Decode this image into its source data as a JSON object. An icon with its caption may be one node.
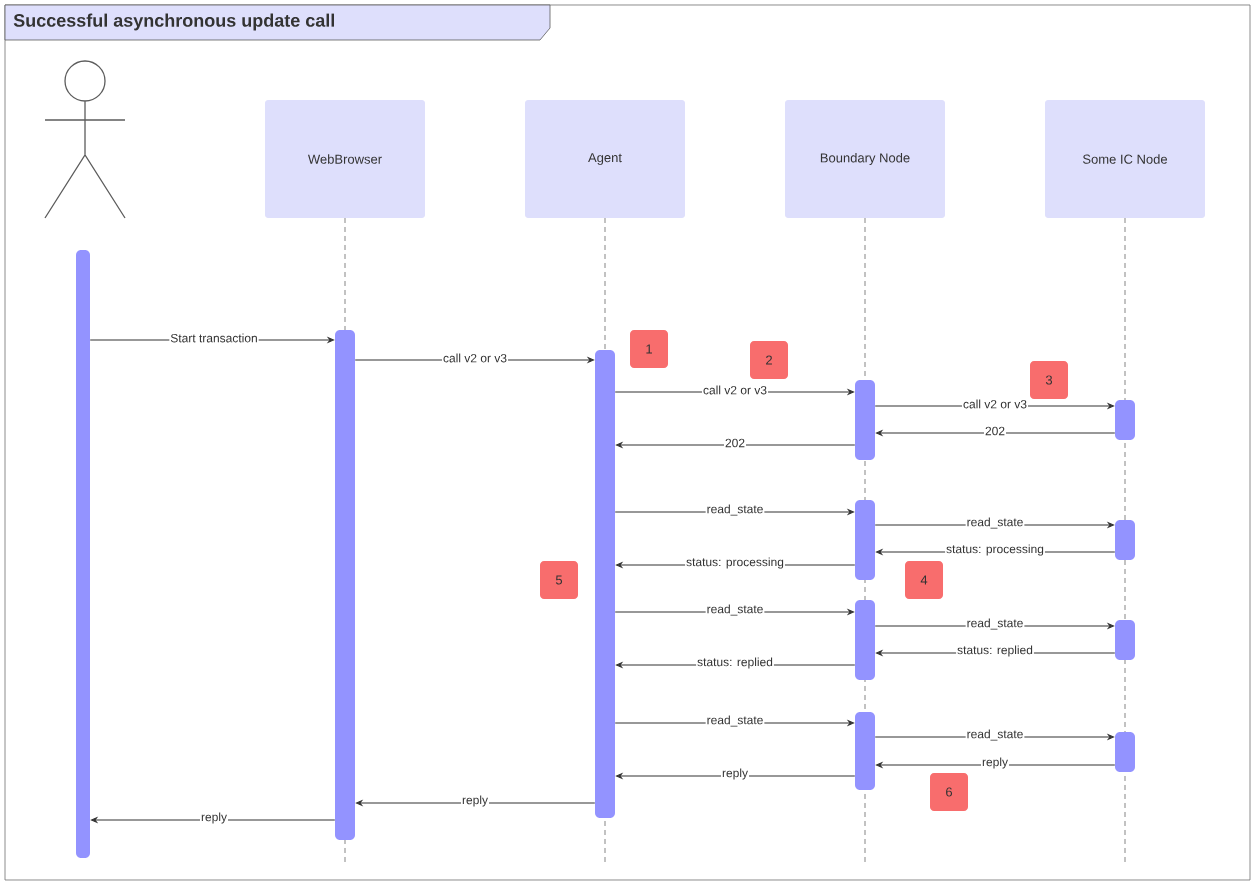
{
  "diagram": {
    "title": "Successful asynchronous update call",
    "nodes": [
      {
        "text": [],
        "shape": "person"
      },
      {
        "text": [
          "WebBrowser"
        ]
      },
      {
        "text": [
          "Agent"
        ]
      },
      {
        "text": [
          "Boundary Node"
        ]
      },
      {
        "text": [
          "Some IC Node"
        ]
      },
      {
        "text": [],
        "shape": "bar"
      },
      {
        "text": [],
        "shape": "bar"
      },
      {
        "text": [],
        "shape": "bar"
      },
      {
        "text": [],
        "shape": "bar"
      },
      {
        "text": [],
        "shape": "bar"
      },
      {
        "text": [],
        "shape": "bar"
      },
      {
        "text": [],
        "shape": "bar"
      },
      {
        "text": [],
        "shape": "bar"
      },
      {
        "text": [],
        "shape": "bar"
      },
      {
        "text": [],
        "shape": "bar"
      },
      {
        "text": [],
        "shape": "bar"
      },
      {
        "text": [
          "1"
        ]
      },
      {
        "text": [
          "2"
        ]
      },
      {
        "text": [
          "3"
        ]
      },
      {
        "text": [
          "4"
        ]
      },
      {
        "text": [
          "5"
        ]
      },
      {
        "text": [
          "6"
        ]
      }
    ],
    "edges": [
      {
        "from": 5,
        "to": 6,
        "arrow": "to",
        "label": "Start transaction"
      },
      {
        "from": 6,
        "to": 7,
        "arrow": "to",
        "label": "call v2 or v3"
      },
      {
        "from": 7,
        "to": 8,
        "arrow": "to",
        "label": "call v2 or v3"
      },
      {
        "from": 8,
        "to": 9,
        "arrow": "to",
        "label": "call v2 or v3"
      },
      {
        "from": 9,
        "to": 8,
        "arrow": "to",
        "label": "202"
      },
      {
        "from": 8,
        "to": 7,
        "arrow": "to",
        "label": "202"
      },
      {
        "from": 7,
        "to": 10,
        "arrow": "to",
        "label": "read_state"
      },
      {
        "from": 10,
        "to": 11,
        "arrow": "to",
        "label": "read_state"
      },
      {
        "from": 11,
        "to": 10,
        "arrow": "to",
        "label": "status: processing"
      },
      {
        "from": 10,
        "to": 7,
        "arrow": "to",
        "label": "status: processing"
      },
      {
        "from": 7,
        "to": 12,
        "arrow": "to",
        "label": "read_state"
      },
      {
        "from": 12,
        "to": 13,
        "arrow": "to",
        "label": "read_state"
      },
      {
        "from": 13,
        "to": 12,
        "arrow": "to",
        "label": "status: replied"
      },
      {
        "from": 12,
        "to": 7,
        "arrow": "to",
        "label": "status: replied"
      },
      {
        "from": 7,
        "to": 14,
        "arrow": "to",
        "label": "read_state"
      },
      {
        "from": 14,
        "to": 15,
        "arrow": "to",
        "label": "read_state"
      },
      {
        "from": 15,
        "to": 14,
        "arrow": "to",
        "label": "reply"
      },
      {
        "from": 14,
        "to": 7,
        "arrow": "to",
        "label": "reply"
      },
      {
        "from": 7,
        "to": 6,
        "arrow": "to",
        "label": "reply"
      },
      {
        "from": 6,
        "to": 5,
        "arrow": "to",
        "label": "reply"
      }
    ]
  }
}
